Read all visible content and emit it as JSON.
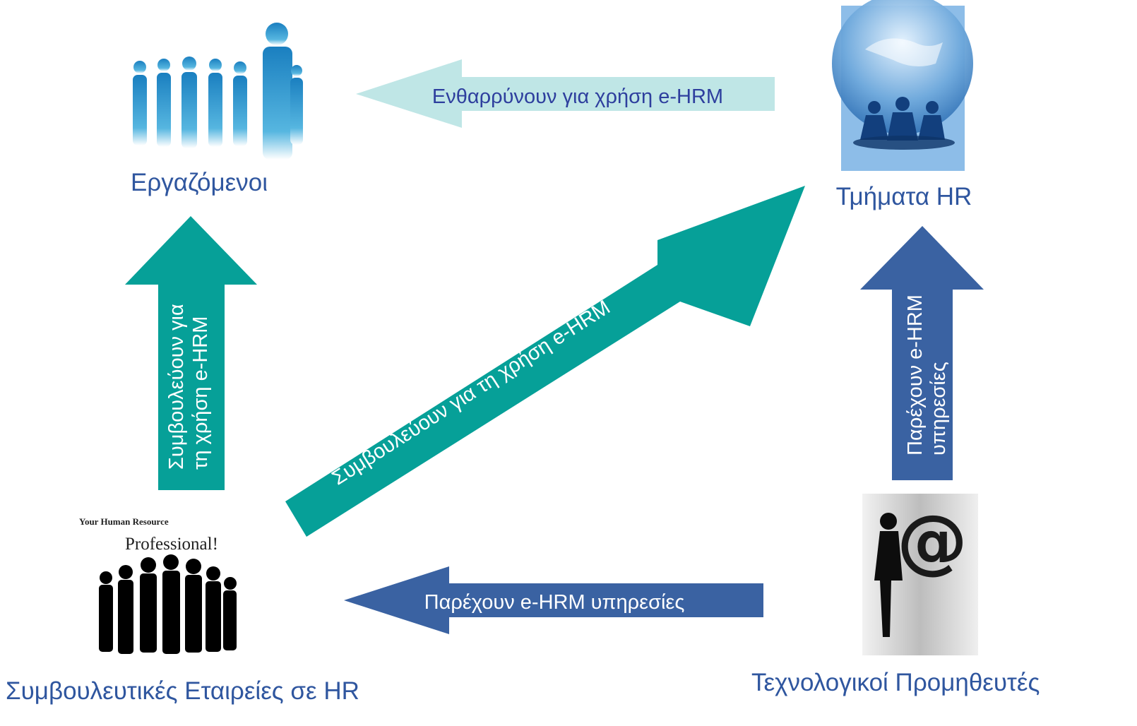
{
  "nodes": {
    "employees": {
      "label": "Εργαζόμενοι"
    },
    "hr_departments": {
      "label": "Τμήματα HR"
    },
    "consulting_firms": {
      "label": "Συμβουλευτικές Εταιρείες σε HR",
      "logo_line1": "Your Human Resource",
      "logo_line2": "Professional!"
    },
    "tech_vendors": {
      "label": "Τεχνολογικοί Προμηθευτές",
      "icon_glyph": "@"
    }
  },
  "arrows": {
    "hr_to_employees": {
      "label": "Ενθαρρύνουν για χρήση e-HRM"
    },
    "consulting_to_employees": {
      "line1": "Συμβουλεύουν  για",
      "line2": "τη χρήση e-HRM"
    },
    "consulting_to_hr": {
      "label": "Συμβουλεύουν για τη χρήση e-HRM"
    },
    "vendors_to_hr": {
      "line1": "Παρέχουν e-HRM",
      "line2": "υπηρεσίες"
    },
    "vendors_to_consulting": {
      "label": "Παρέχουν e-HRM υπηρεσίες"
    }
  },
  "colors": {
    "teal": "#06a098",
    "pale_teal": "#bfe6e6",
    "navy": "#3a62a2",
    "label_text": "#2f569f",
    "arrow_text_dark": "#2e3f9e",
    "white": "#ffffff"
  }
}
